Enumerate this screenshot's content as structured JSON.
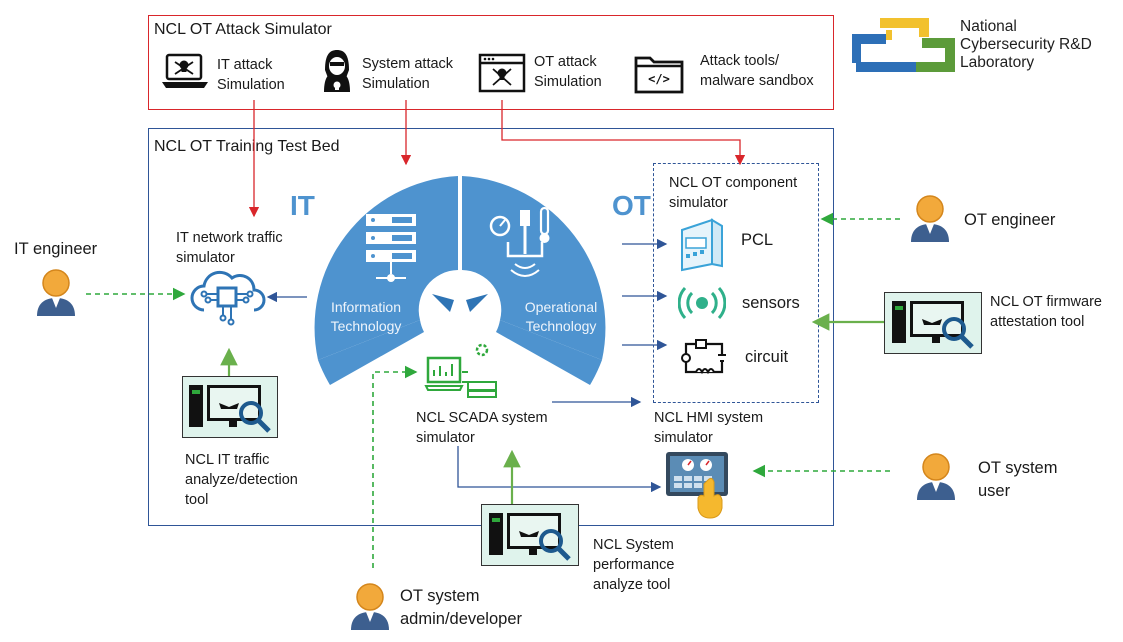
{
  "attack_simulator": {
    "title": "NCL OT Attack Simulator",
    "items": [
      {
        "line1": "IT attack",
        "line2": "Simulation",
        "icon": "laptop-skull-icon"
      },
      {
        "line1": "System attack",
        "line2": "Simulation",
        "icon": "hacker-icon"
      },
      {
        "line1": "OT attack",
        "line2": "Simulation",
        "icon": "browser-skull-icon"
      },
      {
        "line1": "Attack tools/",
        "line2": "malware sandbox",
        "icon": "code-folder-icon"
      }
    ]
  },
  "logo": {
    "line1": "National",
    "line2": "Cybersecurity R&D",
    "line3": "Laboratory"
  },
  "testbed": {
    "title": "NCL OT Training Test Bed"
  },
  "semicircle": {
    "it_label": "IT",
    "ot_label": "OT",
    "it_text1": "Information",
    "it_text2": "Technology",
    "ot_text1": "Operational",
    "ot_text2": "Technology"
  },
  "it_network": {
    "line1": "IT network traffic",
    "line2": "simulator"
  },
  "it_tool": {
    "line1": "NCL IT traffic",
    "line2": "analyze/detection",
    "line3": "tool"
  },
  "scada": {
    "line1": "NCL SCADA system",
    "line2": "simulator"
  },
  "hmi": {
    "line1": "NCL HMI system",
    "line2": "simulator"
  },
  "ot_component": {
    "line1": "NCL OT component",
    "line2": "simulator",
    "pcl": "PCL",
    "sensors": "sensors",
    "circuit": "circuit"
  },
  "perf_tool": {
    "line1": "NCL System",
    "line2": "performance",
    "line3": "analyze tool"
  },
  "firmware_tool": {
    "line1": "NCL OT firmware",
    "line2": "attestation tool"
  },
  "people": {
    "it_engineer": "IT engineer",
    "ot_engineer": "OT engineer",
    "ot_user_line1": "OT system",
    "ot_user_line2": "user",
    "ot_admin_line1": "OT system",
    "ot_admin_line2": "admin/developer"
  },
  "colors": {
    "red": "#d9262b",
    "blue": "#2f5597",
    "fan": "#4e93cf",
    "green": "#2fa83c",
    "tool_bg": "#dff3ec",
    "logo_blue": "#2d6fb7",
    "logo_yellow": "#f2c12e",
    "logo_green": "#5c9b3a"
  }
}
